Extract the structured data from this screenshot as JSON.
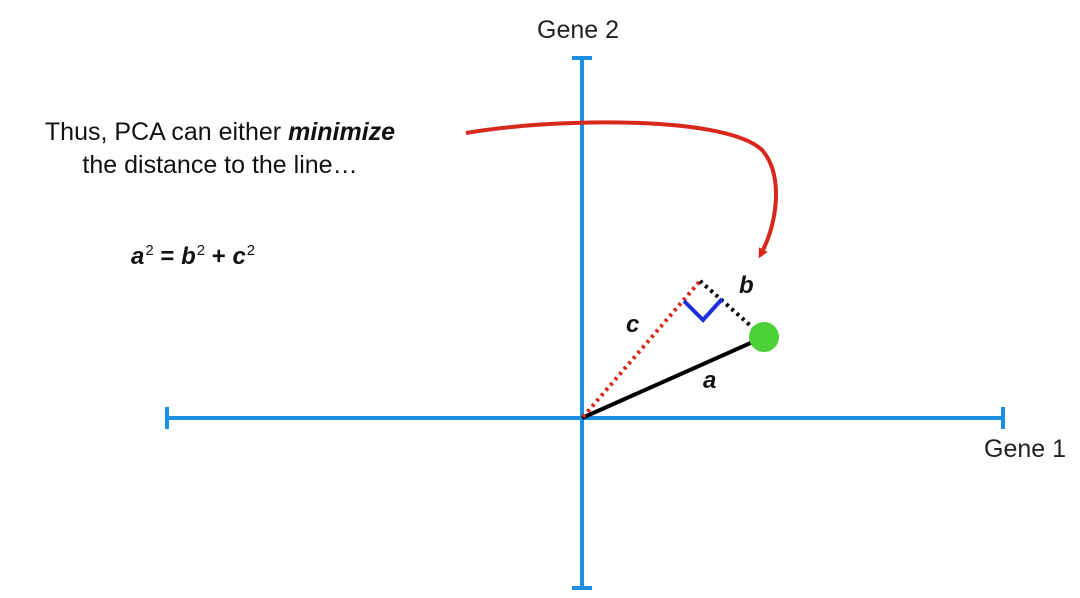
{
  "axes": {
    "x_label": "Gene 1",
    "y_label": "Gene 2",
    "color": "#1a8fe3"
  },
  "caption": {
    "line1_prefix": "Thus, PCA can either ",
    "line1_emphasis": "minimize",
    "line2": "the distance to the line…"
  },
  "formula": {
    "a": "a",
    "a_exp": "2",
    "equals": " = ",
    "b": "b",
    "b_exp": "2",
    "plus": " + ",
    "c": "c",
    "c_exp": "2"
  },
  "segments": {
    "a_label": "a",
    "b_label": "b",
    "c_label": "c"
  },
  "colors": {
    "data_point": "#4cd137",
    "arrow": "#d8281e",
    "projection_line": "#d8281e",
    "right_angle_marker": "#1d2de0",
    "segment_a": "#000000",
    "segment_b": "#000000"
  }
}
